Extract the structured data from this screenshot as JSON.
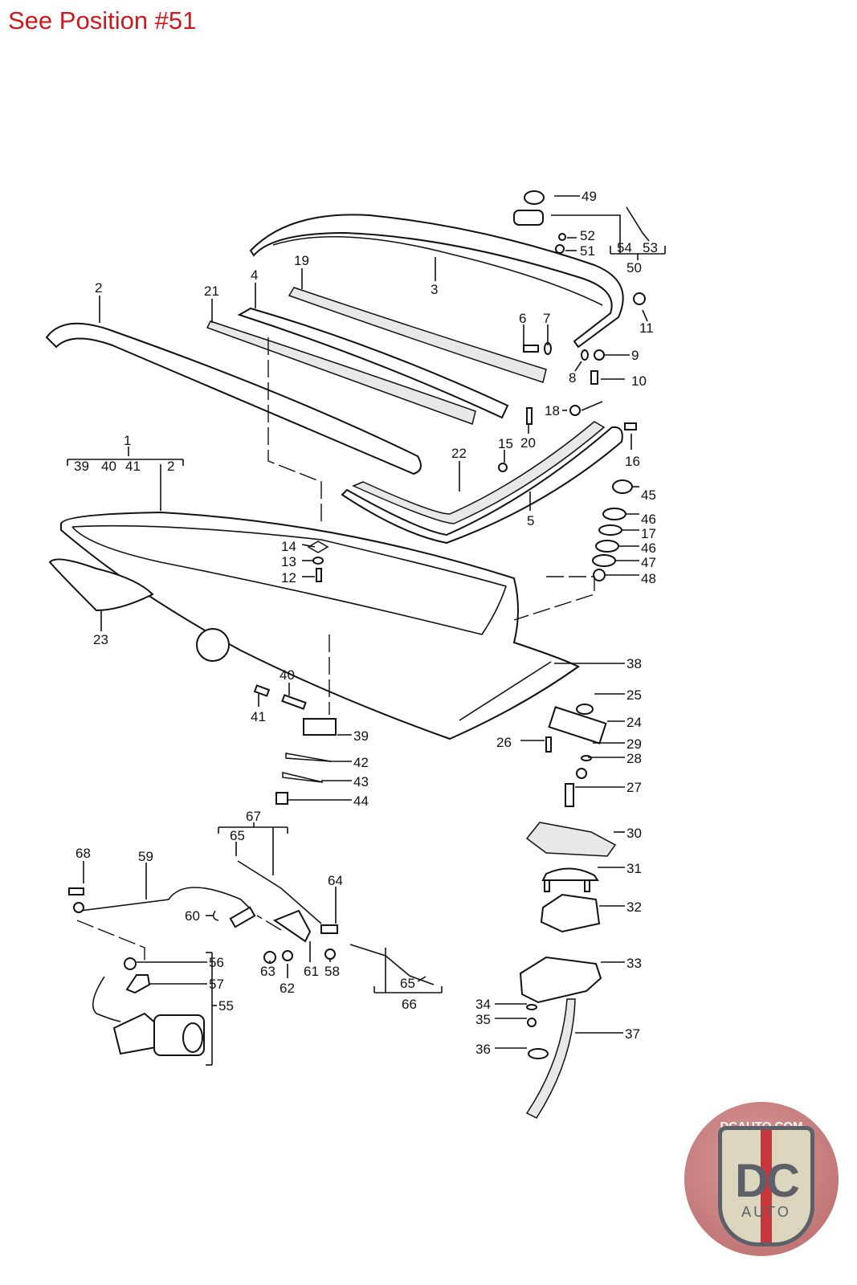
{
  "note": "See Position #51",
  "logo": {
    "site": "DCAUTO.COM",
    "mark": "DC",
    "sub": "AUTO",
    "colors": {
      "shield": "#dcd6bf",
      "stripe": "#c7363a",
      "text": "#5c6169",
      "bg": "#c07a7a"
    }
  },
  "note_color": "#d0191c",
  "callouts": {
    "p1": "1",
    "p2a": "2",
    "p2b": "2",
    "p3": "3",
    "p4": "4",
    "p5": "5",
    "p6": "6",
    "p7": "7",
    "p8": "8",
    "p9": "9",
    "p10": "10",
    "p11": "11",
    "p12": "12",
    "p13": "13",
    "p14": "14",
    "p15": "15",
    "p16": "16",
    "p17": "17",
    "p18": "18",
    "p19": "19",
    "p20": "20",
    "p21": "21",
    "p22": "22",
    "p23": "23",
    "p24": "24",
    "p25": "25",
    "p26": "26",
    "p27": "27",
    "p28": "28",
    "p29": "29",
    "p30": "30",
    "p31": "31",
    "p32": "32",
    "p33": "33",
    "p34": "34",
    "p35": "35",
    "p36": "36",
    "p37": "37",
    "p38": "38",
    "p39a": "39",
    "p39b": "39",
    "p40a": "40",
    "p40b": "40",
    "p41a": "41",
    "p41b": "41",
    "p42": "42",
    "p43": "43",
    "p44": "44",
    "p45": "45",
    "p46a": "46",
    "p46b": "46",
    "p47": "47",
    "p48": "48",
    "p49": "49",
    "p50": "50",
    "p51": "51",
    "p52": "52",
    "p53": "53",
    "p54": "54",
    "p55": "55",
    "p56": "56",
    "p57": "57",
    "p58": "58",
    "p59": "59",
    "p60": "60",
    "p61": "61",
    "p62": "62",
    "p63": "63",
    "p64": "64",
    "p65a": "65",
    "p65b": "65",
    "p66": "66",
    "p67": "67",
    "p68": "68"
  }
}
